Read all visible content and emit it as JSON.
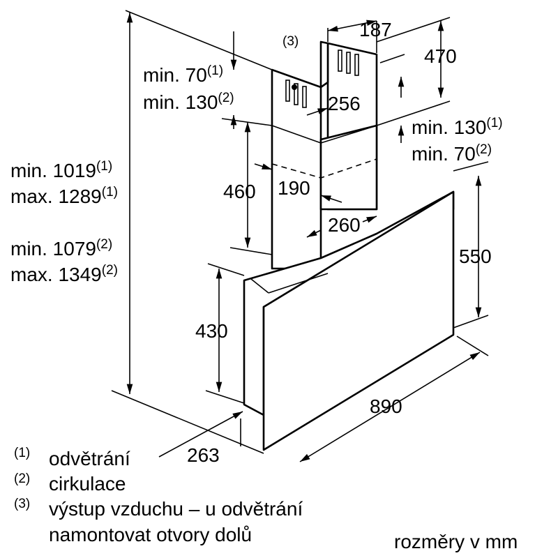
{
  "dimensions": {
    "d187": "187",
    "d470": "470",
    "outlet_marker": "(3)",
    "top_left_min_vent": {
      "text": "min. 70",
      "sup": "(1)"
    },
    "top_left_min_circ": {
      "text": "min. 130",
      "sup": "(2)"
    },
    "d256": "256",
    "right_min_vent": {
      "text": "min. 130",
      "sup": "(1)"
    },
    "right_min_circ": {
      "text": "min. 70",
      "sup": "(2)"
    },
    "total_vent_min": {
      "text": "min. 1019",
      "sup": "(1)"
    },
    "total_vent_max": {
      "text": "max. 1289",
      "sup": "(1)"
    },
    "total_circ_min": {
      "text": "min. 1079",
      "sup": "(2)"
    },
    "total_circ_max": {
      "text": "max. 1349",
      "sup": "(2)"
    },
    "d460": "460",
    "d190": "190",
    "d260": "260",
    "d550": "550",
    "d430": "430",
    "d890": "890",
    "d263": "263"
  },
  "legend": [
    {
      "marker": "(1)",
      "text": "odvětrání"
    },
    {
      "marker": "(2)",
      "text": "cirkulace"
    },
    {
      "marker": "(3)",
      "text": "výstup vzduchu – u odvětrání"
    },
    {
      "marker": "",
      "text": "namontovat otvory dolů"
    }
  ],
  "units_note": "rozměry v mm"
}
